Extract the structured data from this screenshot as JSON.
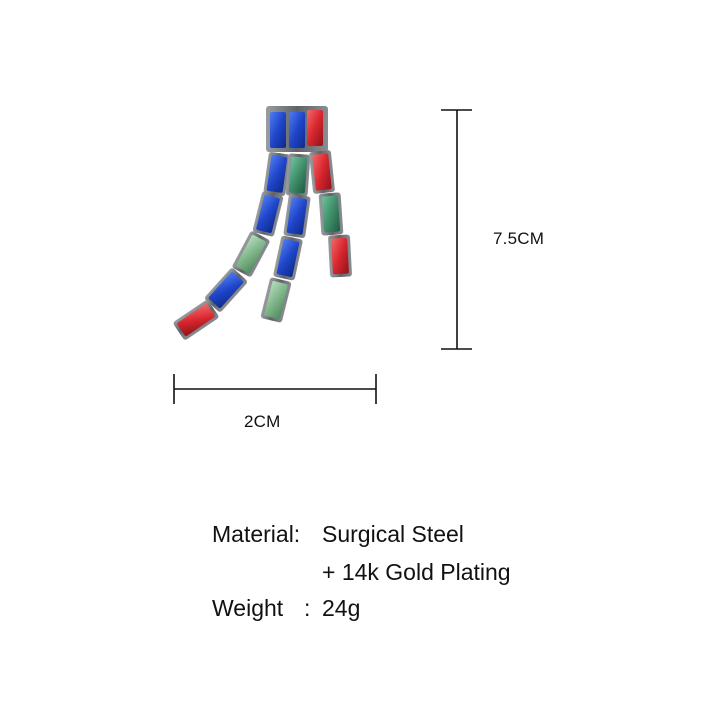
{
  "dimensions": {
    "height": "7.5CM",
    "width": "2CM"
  },
  "specs": {
    "material_label": "Material:",
    "material_value": "Surgical Steel",
    "plating_value": "+ 14k Gold Plating",
    "weight_label": "Weight",
    "weight_separator": ":",
    "weight_value": "24g"
  },
  "colors": {
    "metal": "#6f7378",
    "gem_blue": "#1f45c9",
    "gem_red": "#d8262e",
    "gem_green": "#3f8f6a",
    "gem_light_green": "#7fb58a",
    "dimension_line": "#111111"
  }
}
